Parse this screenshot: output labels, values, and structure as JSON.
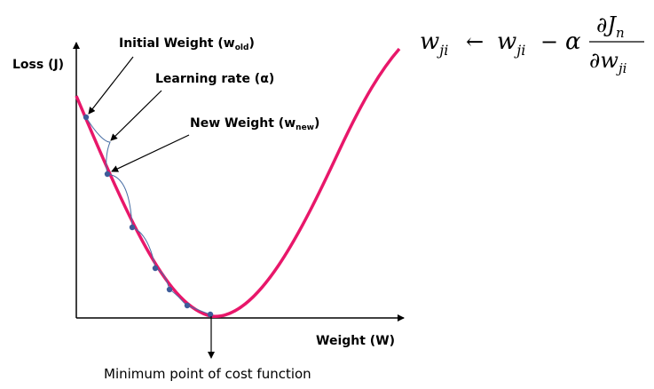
{
  "axes": {
    "y_label": "Loss (J)",
    "x_label": "Weight (W)"
  },
  "annotations": {
    "initial_weight": "Initial Weight (w",
    "initial_weight_sub": "old",
    "initial_weight_close": ")",
    "learning_rate": "Learning rate (α)",
    "new_weight": "New Weight (w",
    "new_weight_sub": "new",
    "new_weight_close": ")",
    "minimum_point": "Minimum point of cost function"
  },
  "formula": {
    "lhs": "w",
    "lhs_sub": "ji",
    "arrow": "←",
    "rhs_w": "w",
    "rhs_w_sub": "ji",
    "minus": "−",
    "alpha": "α",
    "num_partial": "∂J",
    "num_sub": "n",
    "den_partial": "∂w",
    "den_sub": "ji"
  },
  "colors": {
    "cost_curve": "#e8176a",
    "step_path": "#4a6fa5",
    "point_fill": "#3e5c9a",
    "axis": "#000000"
  }
}
